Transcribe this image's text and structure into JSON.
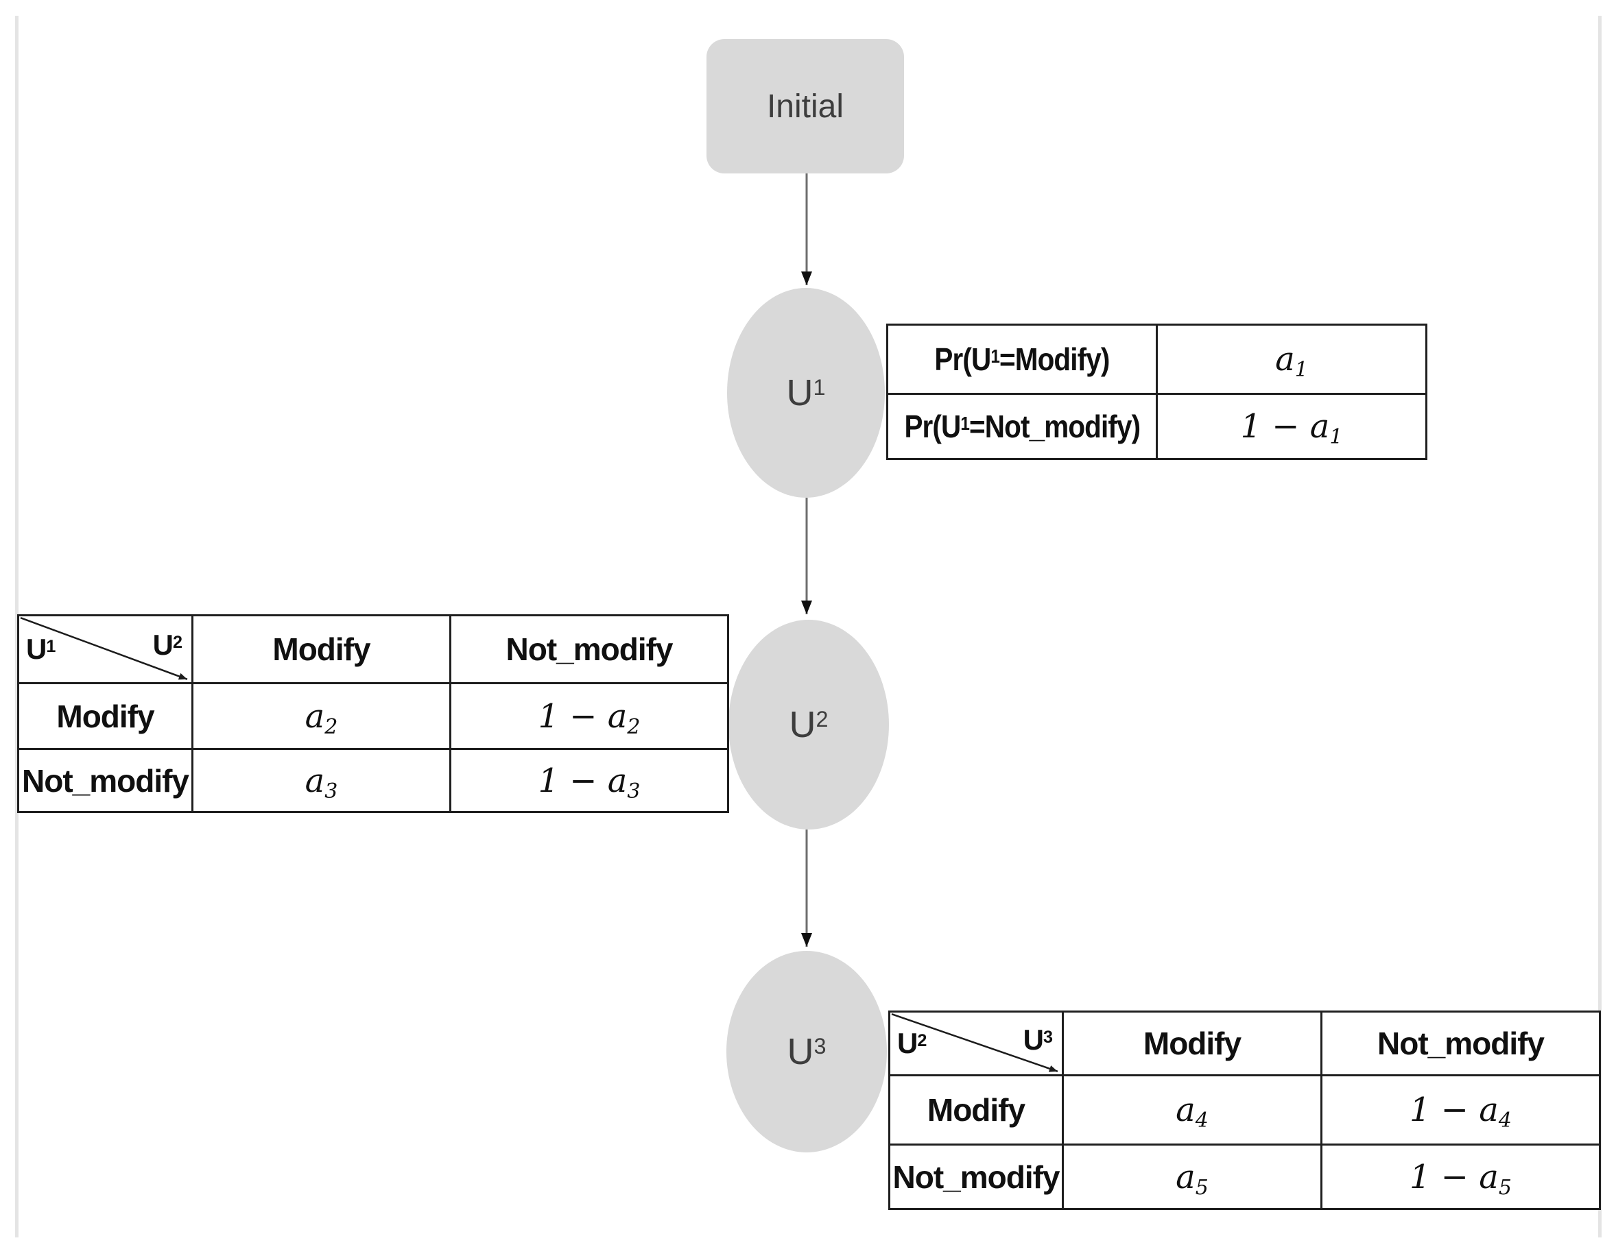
{
  "page": {
    "background": "#ffffff",
    "frame_color": "#e4e4e4"
  },
  "colors": {
    "node_fill": "#d9d9d9",
    "node_text": "#3d3d3d",
    "table_border": "#1f1f1f",
    "table_text": "#101010",
    "arrow_line": "#6e6e6e",
    "arrow_head": "#101010"
  },
  "nodes": {
    "initial": {
      "label": "Initial"
    },
    "u1": {
      "base": "U",
      "sup": "1"
    },
    "u2": {
      "base": "U",
      "sup": "2"
    },
    "u3": {
      "base": "U",
      "sup": "3"
    }
  },
  "prior_table": {
    "rows": [
      {
        "label": {
          "pre": "Pr(U",
          "sup": "1",
          "post": "=Modify)"
        },
        "value": {
          "pre": "a",
          "sub": "1"
        }
      },
      {
        "label": {
          "pre": "Pr(U",
          "sup": "1",
          "post": "=Not_modify)"
        },
        "value": {
          "pre": "1 − a",
          "sub": "1"
        }
      }
    ]
  },
  "t12": {
    "corner": {
      "row": {
        "base": "U",
        "sup": "1"
      },
      "col": {
        "base": "U",
        "sup": "2"
      }
    },
    "col_headers": [
      "Modify",
      "Not_modify"
    ],
    "rows": [
      {
        "label": "Modify",
        "cells": [
          {
            "pre": "a",
            "sub": "2"
          },
          {
            "pre": "1 − a",
            "sub": "2"
          }
        ]
      },
      {
        "label": "Not_modify",
        "cells": [
          {
            "pre": "a",
            "sub": "3"
          },
          {
            "pre": "1 − a",
            "sub": "3"
          }
        ]
      }
    ]
  },
  "t23": {
    "corner": {
      "row": {
        "base": "U",
        "sup": "2"
      },
      "col": {
        "base": "U",
        "sup": "3"
      }
    },
    "col_headers": [
      "Modify",
      "Not_modify"
    ],
    "rows": [
      {
        "label": "Modify",
        "cells": [
          {
            "pre": "a",
            "sub": "4"
          },
          {
            "pre": "1 − a",
            "sub": "4"
          }
        ]
      },
      {
        "label": "Not_modify",
        "cells": [
          {
            "pre": "a",
            "sub": "5"
          },
          {
            "pre": "1 − a",
            "sub": "5"
          }
        ]
      }
    ]
  }
}
